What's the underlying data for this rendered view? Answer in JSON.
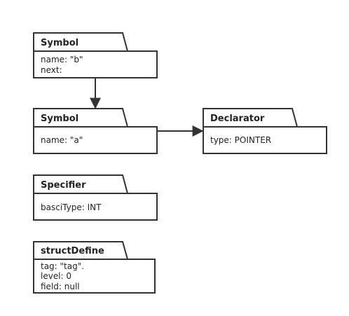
{
  "nodes": [
    {
      "id": "symbol_b",
      "title": "Symbol",
      "fields": [
        "name: \"b\"",
        "next:"
      ]
    },
    {
      "id": "symbol_a",
      "title": "Symbol",
      "fields": [
        "name: \"a\""
      ]
    },
    {
      "id": "declarator",
      "title": "Declarator",
      "fields": [
        "type: POINTER"
      ]
    },
    {
      "id": "specifier",
      "title": "Specifier",
      "fields": [
        "basciType: INT"
      ]
    },
    {
      "id": "struct_define",
      "title": "structDefine",
      "fields": [
        "tag: \"tag\".",
        "level: 0",
        "field: null"
      ]
    }
  ],
  "edges": [
    {
      "from": "symbol_b",
      "to": "symbol_a"
    },
    {
      "from": "symbol_a",
      "to": "declarator"
    }
  ]
}
